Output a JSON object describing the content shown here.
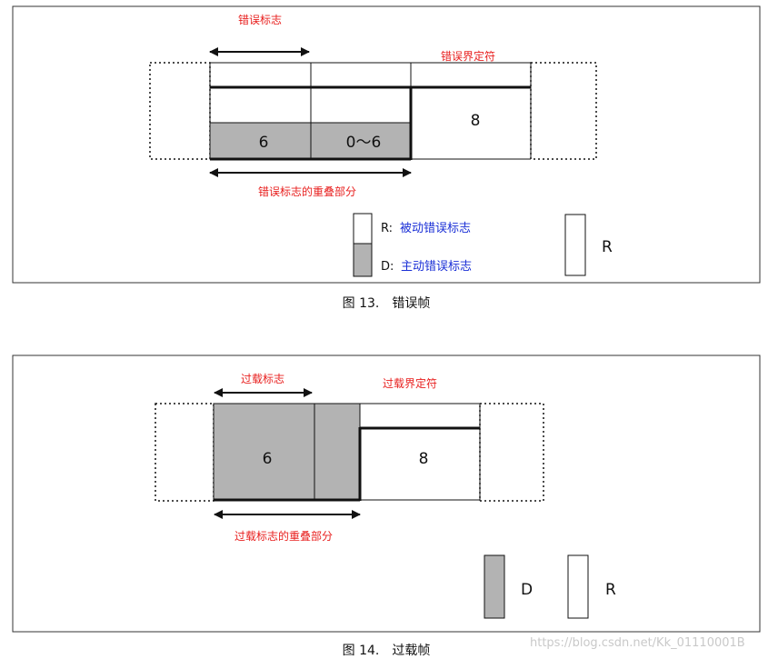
{
  "figure13": {
    "caption": "图 13.　错误帧",
    "error_flag_label": "错误标志",
    "error_delimiter_label": "错误界定符",
    "overlap_label": "错误标志的重叠部分",
    "cell_6": "6",
    "cell_0_6": "0～6",
    "cell_8": "8",
    "legend": {
      "r_prefix": "R:",
      "r_text": "被动错误标志",
      "d_prefix": "D:",
      "d_text": "主动错误标志",
      "r_big": "R"
    }
  },
  "figure14": {
    "caption": "图 14.　过载帧",
    "overload_flag_label": "过载标志",
    "overload_delimiter_label": "过载界定符",
    "overlap_label": "过载标志的重叠部分",
    "cell_6": "6",
    "cell_8": "8",
    "legend": {
      "d_big": "D",
      "r_big": "R"
    }
  },
  "watermark": "https://blog.csdn.net/Kk_01110001B",
  "colors": {
    "gray_fill": "#b3b3b3",
    "label_red": "#e8201f",
    "label_blue": "#1a2fd6"
  }
}
